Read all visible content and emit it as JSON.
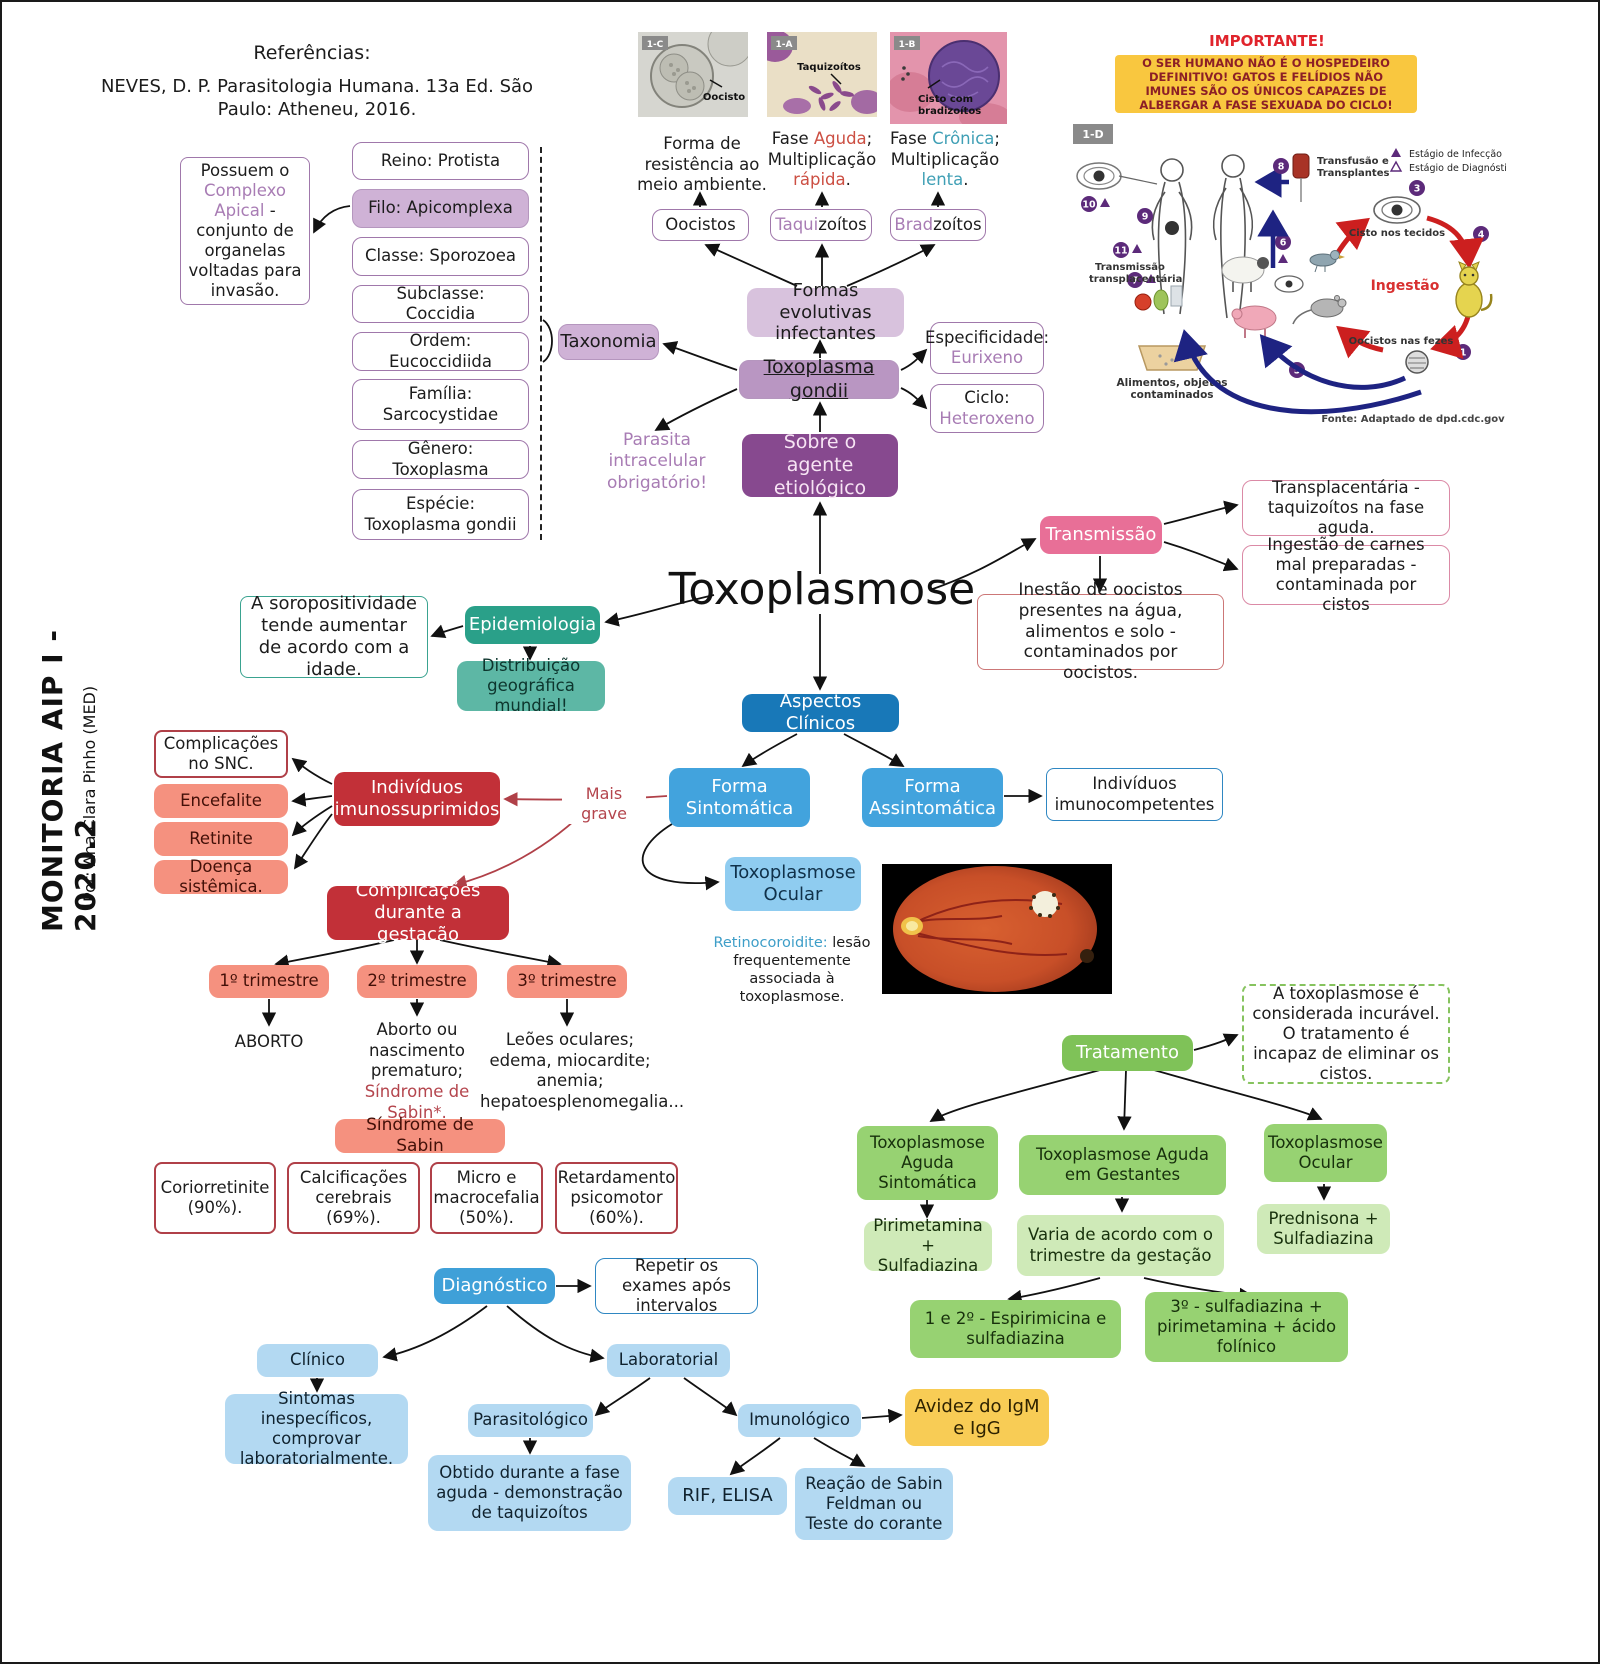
{
  "sidebar": {
    "title": "MONITORIA AIP I - 2020.2",
    "author": "Por: Ana Clara Pinho (MED)"
  },
  "references": {
    "heading": "Referências:",
    "citation": "NEVES, D. P. Parasitologia Humana. 13a Ed. São Paulo: Atheneu, 2016."
  },
  "taxonomy": {
    "label": "Taxonomia",
    "note": {
      "pre": "Possuem o ",
      "highlight": "Complexo Apical",
      "post": " - conjunto de organelas voltadas para invasão."
    },
    "items": [
      {
        "label": "Reino: Protista"
      },
      {
        "label": "Filo: Apicomplexa"
      },
      {
        "label": "Classe: Sporozoea"
      },
      {
        "label": "Subclasse: Coccidia"
      },
      {
        "label": "Ordem: Eucoccidiida"
      },
      {
        "label": "Família: Sarcocystidae"
      },
      {
        "label": "Gênero: Toxoplasma"
      },
      {
        "label": "Espécie: Toxoplasma gondii"
      }
    ]
  },
  "micrographs": {
    "c": {
      "tag": "1-C",
      "label": "Oocisto"
    },
    "a": {
      "tag": "1-A",
      "label": "Taquizoítos"
    },
    "b": {
      "tag": "1-B",
      "label_1": "Cisto com",
      "label_2": "bradizoítos"
    }
  },
  "forms": {
    "parent": "Formas evolutivas infectantes",
    "items": [
      {
        "box_colored": "",
        "box_plain": "Oocistos",
        "cap_1": "Forma de resistência ao meio ambiente.",
        "cap_c1": "",
        "cap_2": "",
        "cap_c2": "",
        "cap_3": ""
      },
      {
        "box_colored": "Taqui",
        "box_plain": "zoítos",
        "cap_1": "Fase ",
        "cap_c1": "Aguda",
        "cap_2": "; Multiplicação ",
        "cap_c2": "rápida",
        "cap_3": "."
      },
      {
        "box_colored": "Brad",
        "box_plain": "zoítos",
        "cap_1": "Fase ",
        "cap_c1": "Crônica",
        "cap_2": "; Multiplicação ",
        "cap_c2": "lenta",
        "cap_3": "."
      }
    ]
  },
  "agent": {
    "gondii_label": "Toxoplasma gondii",
    "about_label": "Sobre o agente etiológico",
    "specificity_label": "Especificidade:",
    "specificity_value": "Eurixeno",
    "cycle_label": "Ciclo:",
    "cycle_value": "Heteroxeno",
    "parasite_note": "Parasita intracelular obrigatório!"
  },
  "important": {
    "heading": "IMPORTANTE!",
    "body": "O SER HUMANO NÃO É O HOSPEDEIRO DEFINITIVO! GATOS E FELÍDIOS NÃO IMUNES SÃO OS ÚNICOS CAPAZES DE ALBERGAR A FASE SEXUADA DO CICLO!"
  },
  "lifecycle": {
    "tag": "1-D",
    "transfusion_1": "Transfusão e",
    "transfusion_2": "Transplantes",
    "legend_infection": "Estágio de Infecção",
    "legend_diagnosis": "Estágio de Diagnóstico",
    "transplacental_1": "Transmissão",
    "transplacental_2": "transplacentária",
    "tissue_cyst": "Cisto nos tecidos",
    "ingestion": "Ingestão",
    "oocysts_feces": "Oocistos nas fezes",
    "contaminated_1": "Alimentos, objetos",
    "contaminated_2": "contaminados",
    "source": "Fonte: Adaptado de dpd.cdc.gov",
    "numbers": [
      "1",
      "2",
      "3",
      "4",
      "5",
      "6",
      "7",
      "8",
      "9",
      "10",
      "11"
    ]
  },
  "title": "Toxoplasmose",
  "transmission": {
    "label": "Transmissão",
    "route_transplacental": "Transplacentária - taquizoítos na fase aguda.",
    "route_meat": "Ingestão de carnes mal preparadas - contaminada por cistos",
    "route_oocysts": "Inestão de oocistos presentes na água, alimentos e solo - contaminados por oocistos."
  },
  "epidemiology": {
    "label": "Epidemiologia",
    "seropositivity": "A soropositividade tende aumentar de acordo com a idade.",
    "distribution": "Distribuição geográfica mundial!"
  },
  "clinical": {
    "label": "Aspectos Clínicos",
    "symptomatic": "Forma Sintomática",
    "asymptomatic": "Forma Assintomática",
    "immunocompetent": "Indivíduos imunocompetentes",
    "more_severe": "Mais grave",
    "immunosuppressed": "Indivíduos imunossuprimidos",
    "complications": [
      {
        "label": "Complicações no SNC."
      },
      {
        "label": "Encefalite"
      },
      {
        "label": "Retinite"
      },
      {
        "label": "Doença sistêmica."
      }
    ],
    "ocular_label": "Toxoplasmose Ocular",
    "ocular_note_highlight": "Retinocoroidite:",
    "ocular_note_rest": " lesão frequentemente associada à toxoplasmose."
  },
  "gestation": {
    "label": "Complicações durante a gestação",
    "trimester_1": "1º trimestre",
    "trimester_2": "2º trimestre",
    "trimester_3": "3º trimestre",
    "outcome_1": "ABORTO",
    "outcome_2_plain": "Aborto ou nascimento prematuro;",
    "outcome_2_colored": "Síndrome de Sabin*.",
    "outcome_3": "Leões oculares; edema, miocardite; anemia; hepatoesplenomegalia...",
    "sabin_label": "Síndrome de Sabin",
    "findings": [
      {
        "label": "Coriorretinite (90%)."
      },
      {
        "label": "Calcificações cerebrais (69%)."
      },
      {
        "label": "Micro e macrocefalia (50%)."
      },
      {
        "label": "Retardamento psicomotor (60%)."
      }
    ]
  },
  "treatment": {
    "label": "Tratamento",
    "note": "A toxoplasmose é considerada incurável. O tratamento é incapaz de eliminar os cistos.",
    "branch_1": "Toxoplasmose Aguda Sintomática",
    "therapy_1": "Pirimetamina + Sulfadiazina",
    "branch_2": "Toxoplasmose Aguda em Gestantes",
    "therapy_2": "Varia de acordo com o trimestre da gestação",
    "branch_3": "Toxoplasmose Ocular",
    "therapy_3": "Prednisona + Sulfadiazina",
    "detail_1": "1 e 2º - Espirimicina e sulfadiazina",
    "detail_2": "3º - sulfadiazina + pirimetamina + ácido folínico"
  },
  "diagnosis": {
    "label": "Diagnóstico",
    "repeat": "Repetir os exames após intervalos",
    "clinical_label": "Clínico",
    "clinical_note": "Sintomas inespecíficos, comprovar laboratorialmente.",
    "laboratory_label": "Laboratorial",
    "parasitological_label": "Parasitológico",
    "parasitological_note": "Obtido durante a fase aguda - demonstração de taquizoítos",
    "immunological_label": "Imunológico",
    "test_1": "RIF, ELISA",
    "test_2": "Reação de Sabin Feldman ou Teste do corante",
    "avidity": "Avidez do IgM e IgG"
  }
}
